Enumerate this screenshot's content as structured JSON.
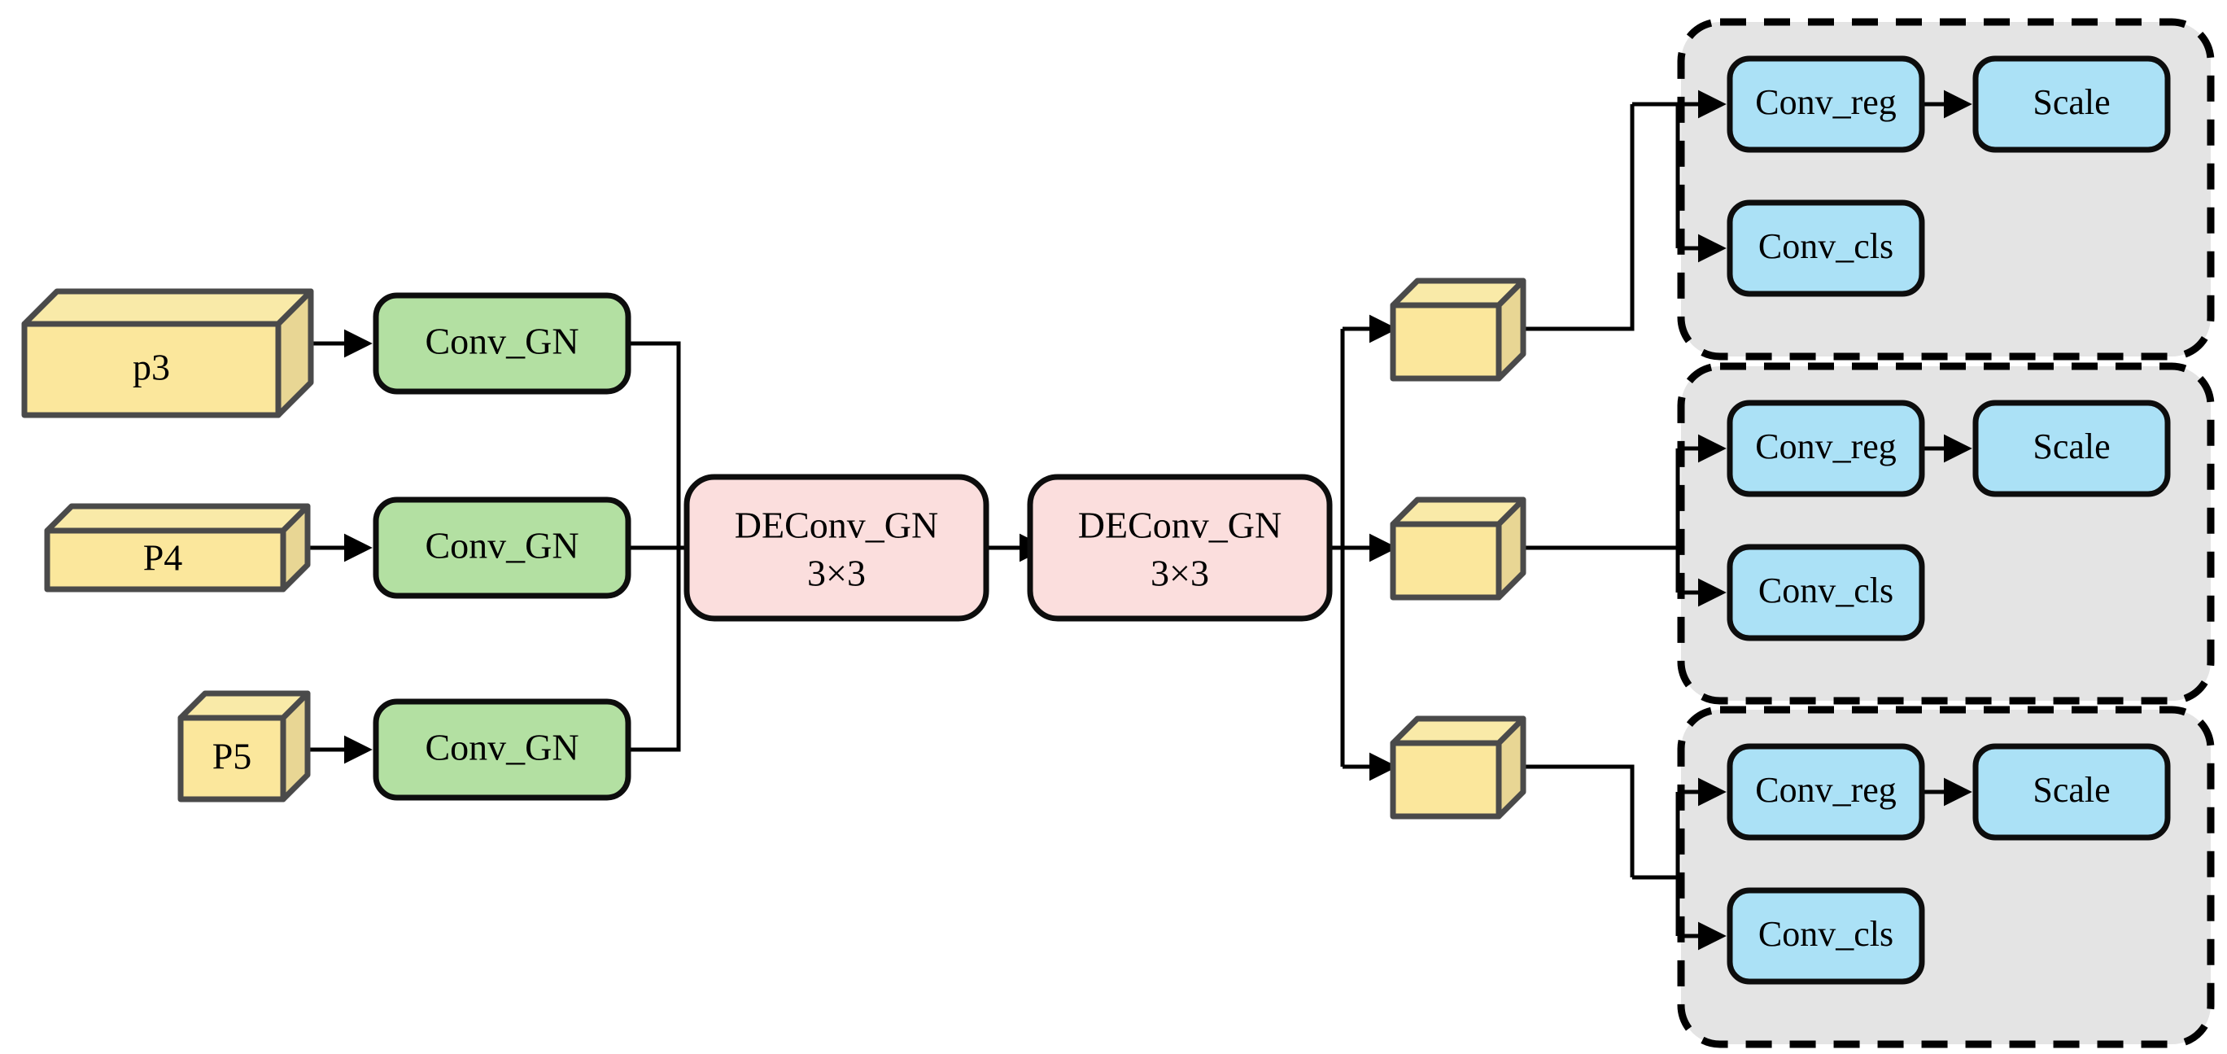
{
  "diagram": {
    "title": "Detection head network architecture diagram",
    "background_color": "#ffffff",
    "palette": {
      "feature_cube_top": "#f9eaa8",
      "feature_cube_front": "#fbe79c",
      "feature_cube_side": "#e8d694",
      "conv_gn_fill": "#b3e0a2",
      "deconv_gn_fill": "#fbdedd",
      "head_box_fill": "#abe1f6",
      "dashed_group_fill": "#e4e4e4",
      "outline": "#0d0d0d",
      "cube_outline": "#4a4a4a",
      "connector": "#000000"
    },
    "inputs": [
      {
        "id": "p3",
        "label": "p3"
      },
      {
        "id": "p4",
        "label": "P4"
      },
      {
        "id": "p5",
        "label": "P5"
      }
    ],
    "conv_gn_stage": [
      {
        "id": "conv_gn_p3",
        "label": "Conv_GN"
      },
      {
        "id": "conv_gn_p4",
        "label": "Conv_GN"
      },
      {
        "id": "conv_gn_p5",
        "label": "Conv_GN"
      }
    ],
    "deconv_stage": [
      {
        "id": "deconv_gn_1",
        "label_line1": "DEConv_GN",
        "label_line2": "3×3"
      },
      {
        "id": "deconv_gn_2",
        "label_line1": "DEConv_GN",
        "label_line2": "3×3"
      }
    ],
    "output_features": [
      {
        "id": "out_feat_1",
        "label": ""
      },
      {
        "id": "out_feat_2",
        "label": ""
      },
      {
        "id": "out_feat_3",
        "label": ""
      }
    ],
    "head_groups": [
      {
        "id": "head_group_1",
        "boxes": [
          {
            "id": "conv_reg_1",
            "label": "Conv_reg"
          },
          {
            "id": "scale_1",
            "label": "Scale"
          },
          {
            "id": "conv_cls_1",
            "label": "Conv_cls"
          }
        ]
      },
      {
        "id": "head_group_2",
        "boxes": [
          {
            "id": "conv_reg_2",
            "label": "Conv_reg"
          },
          {
            "id": "scale_2",
            "label": "Scale"
          },
          {
            "id": "conv_cls_2",
            "label": "Conv_cls"
          }
        ]
      },
      {
        "id": "head_group_3",
        "boxes": [
          {
            "id": "conv_reg_3",
            "label": "Conv_reg"
          },
          {
            "id": "scale_3",
            "label": "Scale"
          },
          {
            "id": "conv_cls_3",
            "label": "Conv_cls"
          }
        ]
      }
    ]
  }
}
